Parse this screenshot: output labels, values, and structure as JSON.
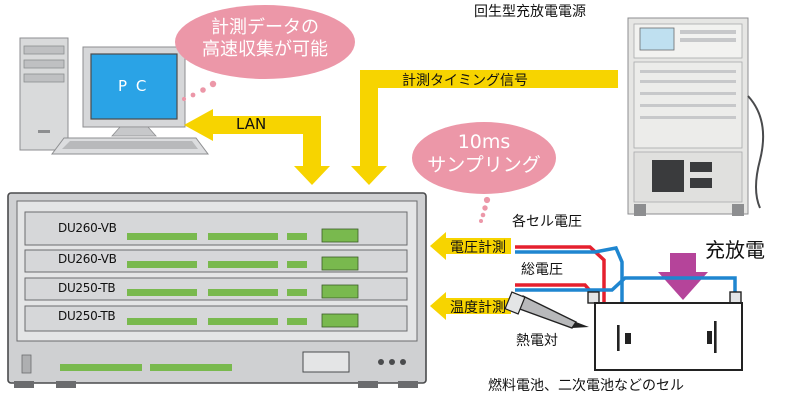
{
  "colors": {
    "arrow_yellow": "#f7d400",
    "bubble_pink": "#ec97a8",
    "chassis_gray": "#cfd0d2",
    "slot_green": "#79b94e",
    "wire_red": "#e5202e",
    "wire_blue": "#1f86d0",
    "charge_arrow": "#b5449a"
  },
  "pc": {
    "screen_label": "P C",
    "lan_label": "LAN"
  },
  "bubble_collect": {
    "line1": "計測データの",
    "line2": "高速収集が可能"
  },
  "bubble_sampling": {
    "line1": "10ms",
    "line2": "サンプリング"
  },
  "power_supply": {
    "title": "回生型充放電電源"
  },
  "timing_signal": {
    "label": "計測タイミング信号"
  },
  "recorder": {
    "cards": [
      {
        "label": "DU260-VB"
      },
      {
        "label": "DU260-VB"
      },
      {
        "label": "DU250-TB"
      },
      {
        "label": "DU250-TB"
      }
    ]
  },
  "measure": {
    "voltage": "電圧計測",
    "temperature": "温度計測"
  },
  "wires": {
    "each_cell_voltage": "各セル電圧",
    "total_voltage": "総電圧",
    "thermocouple": "熱電対"
  },
  "battery": {
    "charge_discharge": "充放電",
    "caption": "燃料電池、二次電池などのセル"
  }
}
